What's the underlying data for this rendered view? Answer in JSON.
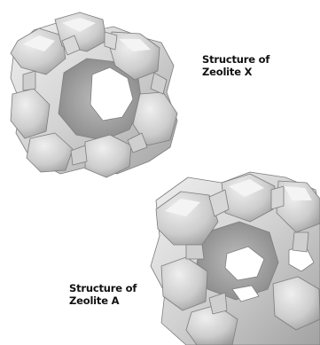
{
  "figure": {
    "zeolite_x": {
      "caption_line1": "Structure of",
      "caption_line2": "Zeolite X"
    },
    "zeolite_a": {
      "caption_line1": "Structure of",
      "caption_line2": "Zeolite A"
    }
  },
  "colors": {
    "background": "#ffffff",
    "cage_light": "#e6e6e6",
    "cage_mid": "#c9c9c9",
    "cage_dark": "#8f8f8f",
    "edge": "#7d7d7d",
    "opening": "#ffffff",
    "text": "#111111"
  }
}
